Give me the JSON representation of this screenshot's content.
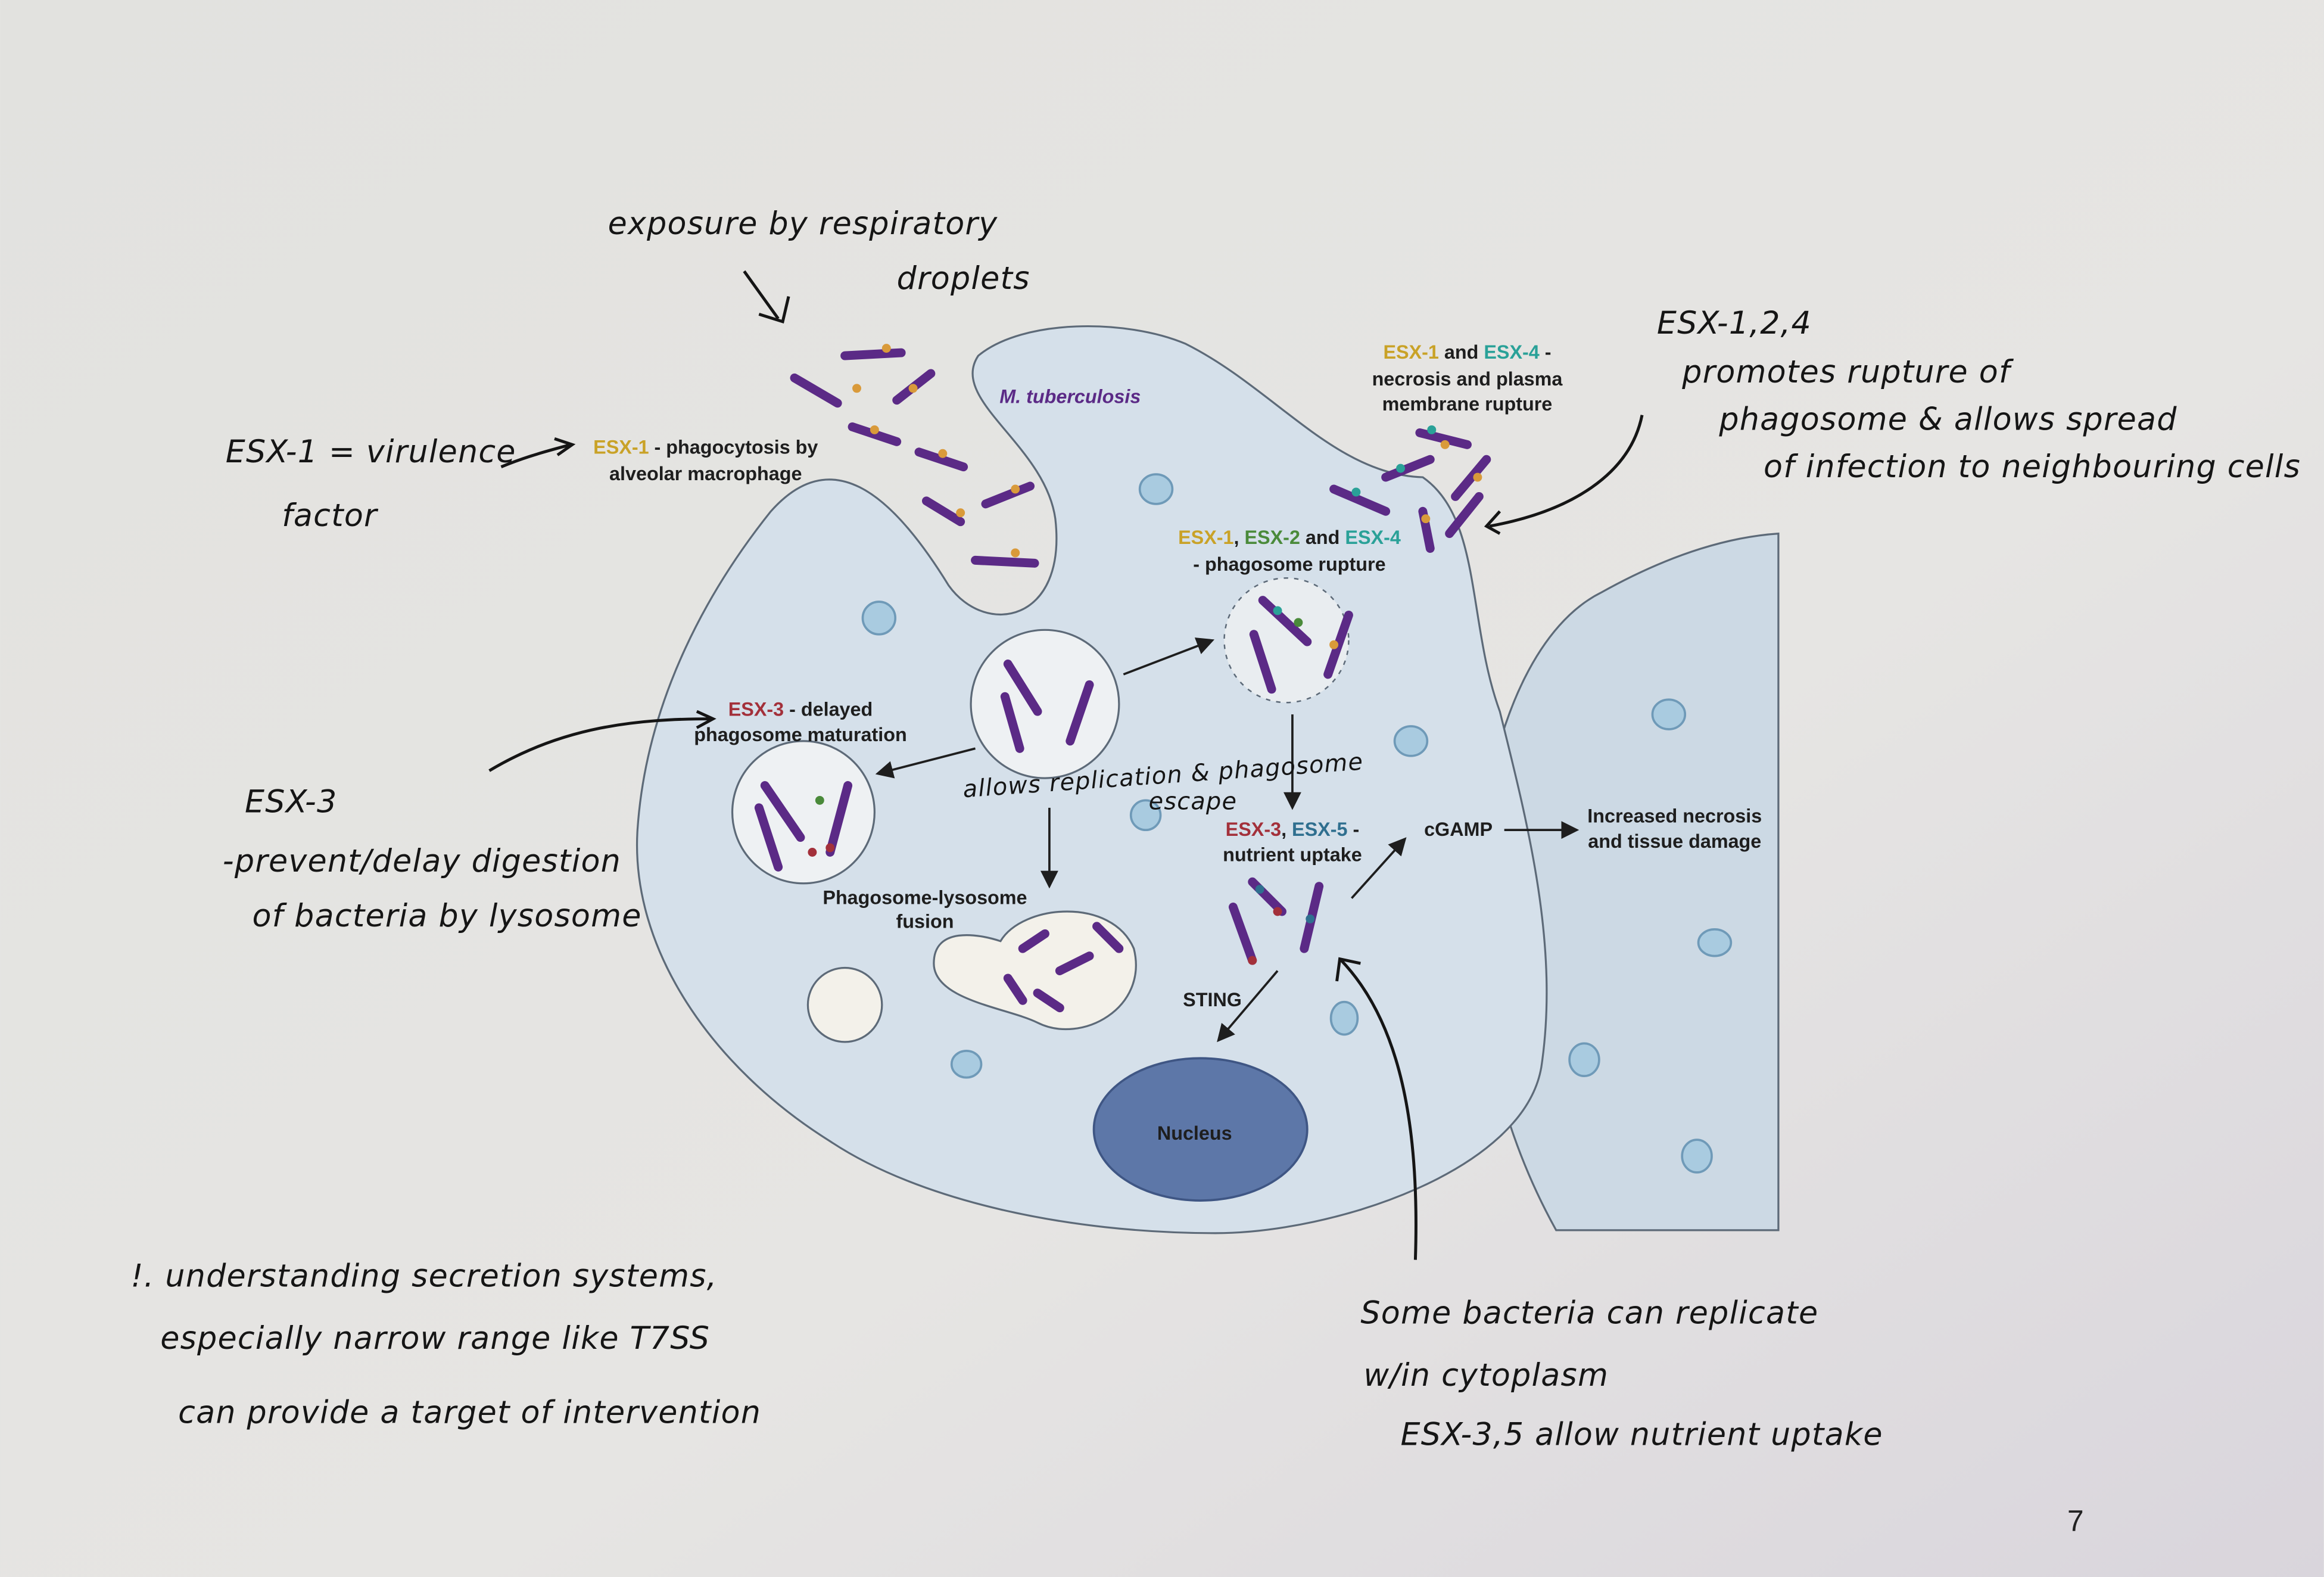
{
  "colors": {
    "esx1": "#c9a227",
    "esx2": "#4a8a3a",
    "esx3": "#a3303a",
    "esx4": "#2aa198",
    "esx5": "#2f6f8f",
    "bacteria": "#5b2a86",
    "cell": "#d5e0ea",
    "nucleus": "#5d77a8"
  },
  "diagram": {
    "organism": "M. tuberculosis",
    "phagocytosis": {
      "esx": "ESX-1",
      "rest": " - phagocytosis by",
      "line2": "alveolar macrophage"
    },
    "necrosis": {
      "esx1": "ESX-1",
      "and": " and ",
      "esx4": "ESX-4",
      "dash": " -",
      "line2": "necrosis and plasma",
      "line3": "membrane rupture"
    },
    "rupture": {
      "esx1": "ESX-1",
      "comma": ", ",
      "esx2": "ESX-2",
      "and": " and ",
      "esx4": "ESX-4",
      "line2": "- phagosome rupture"
    },
    "delayed": {
      "esx": "ESX-3",
      "rest": " - delayed",
      "line2": "phagosome maturation"
    },
    "fusion": {
      "line1": "Phagosome-lysosome",
      "line2": "fusion"
    },
    "nutrient": {
      "esx3": "ESX-3",
      "comma": ", ",
      "esx5": "ESX-5",
      "dash": " -",
      "line2": "nutrient uptake"
    },
    "cgamp": "cGAMP",
    "damage": {
      "line1": "Increased necrosis",
      "line2": "and tissue damage"
    },
    "sting": "STING",
    "nucleus": "Nucleus"
  },
  "notes": {
    "exposure": [
      "exposure by respiratory",
      "droplets"
    ],
    "virulence": [
      "ESX-1 = virulence",
      "factor"
    ],
    "esx124": [
      "ESX-1,2,4",
      "promotes rupture of",
      "phagosome & allows spread",
      "of infection to neighbouring cells"
    ],
    "esx3": [
      "ESX-3",
      "-prevent/delay digestion",
      "of bacteria by lysosome"
    ],
    "replication": [
      "allows replication & phagosome",
      "escape"
    ],
    "cytoplasm": [
      "Some bacteria can replicate",
      "w/in cytoplasm",
      "ESX-3,5 allow nutrient uptake"
    ],
    "secretion": [
      "!. understanding secretion systems,",
      "especially narrow range like T7SS",
      "can provide a target of intervention"
    ]
  },
  "page_number": "7"
}
